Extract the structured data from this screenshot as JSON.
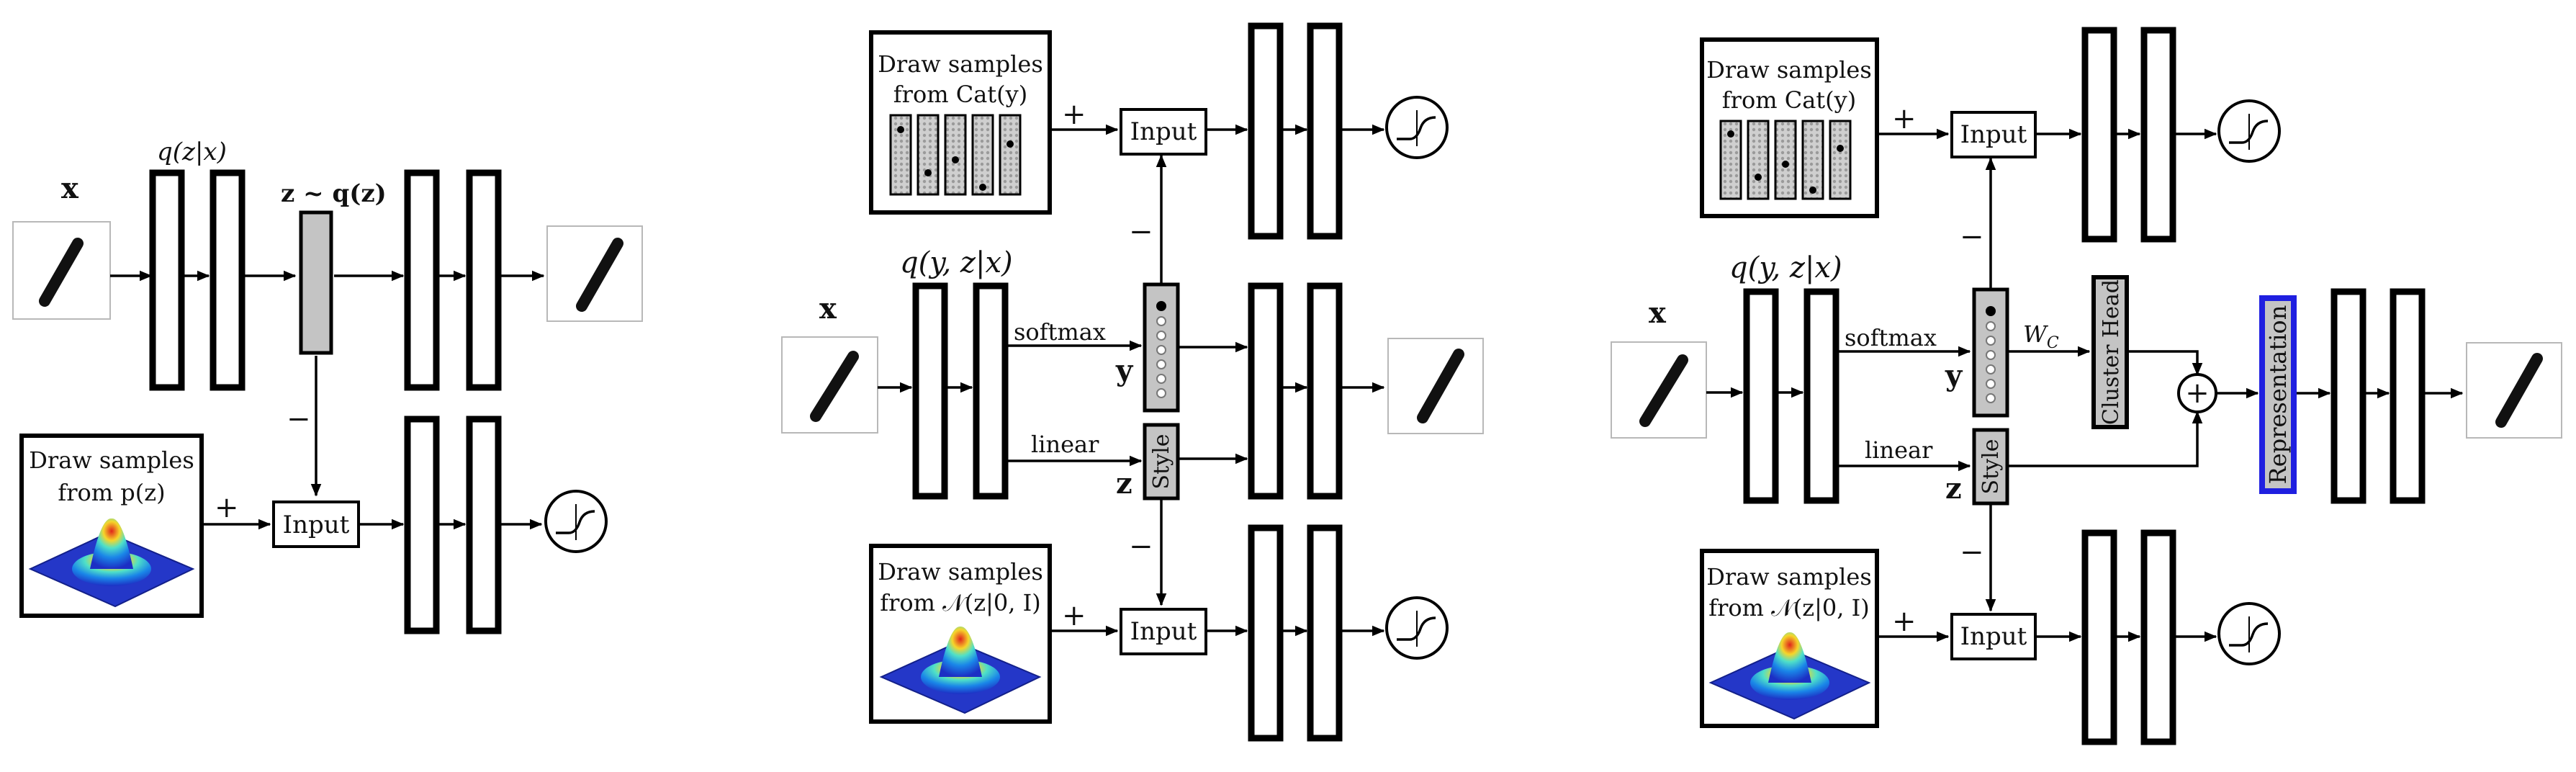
{
  "panel_left": {
    "x_label": "x",
    "encoder_label": "q(z|x)",
    "latent_label": "z ~ q(z)",
    "sampler_line1": "Draw samples",
    "sampler_line2": "from p(z)",
    "plus": "+",
    "minus": "−",
    "input": "Input"
  },
  "panel_middle": {
    "x_label": "x",
    "encoder_label": "q(y, z|x)",
    "cat_line1": "Draw samples",
    "cat_line2": "from Cat(y)",
    "gauss_line1": "Draw samples",
    "gauss_line2": "from 𝒩(z|0, I)",
    "softmax": "softmax",
    "linear": "linear",
    "y_label": "y",
    "z_label": "z",
    "style": "Style",
    "plus": "+",
    "minus": "−",
    "input": "Input"
  },
  "panel_right": {
    "x_label": "x",
    "encoder_label": "q(y, z|x)",
    "cat_line1": "Draw samples",
    "cat_line2": "from Cat(y)",
    "gauss_line1": "Draw samples",
    "gauss_line2": "from 𝒩(z|0, I)",
    "softmax": "softmax",
    "linear": "linear",
    "y_label": "y",
    "z_label": "z",
    "style": "Style",
    "weight_label": "W",
    "weight_sub": "C",
    "cluster_head": "Cluster Head",
    "representation": "Representation",
    "plus_circle": "+",
    "plus": "+",
    "minus": "−",
    "input": "Input"
  },
  "colors": {
    "representation_border": "#1f1fe0",
    "latent_fill": "#c4c4c4",
    "peak": "#e0241b",
    "base": "#1c2fc4"
  }
}
